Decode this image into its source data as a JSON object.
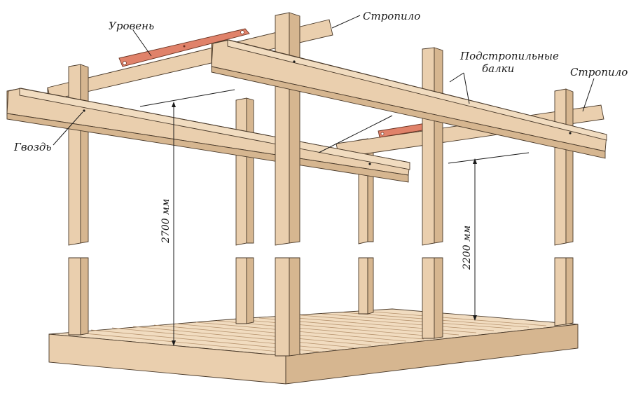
{
  "labels": {
    "rafter_top": "Стропило",
    "level": "Уровень",
    "support_beams_line1": "Подстропильные",
    "support_beams_line2": "балки",
    "rafter_right": "Стропило",
    "nail": "Гвоздь"
  },
  "dimensions": {
    "front_height": "2700 мм",
    "rear_height": "2200 мм"
  },
  "colors": {
    "wood": "#eacfae",
    "level": "#e0826a"
  }
}
